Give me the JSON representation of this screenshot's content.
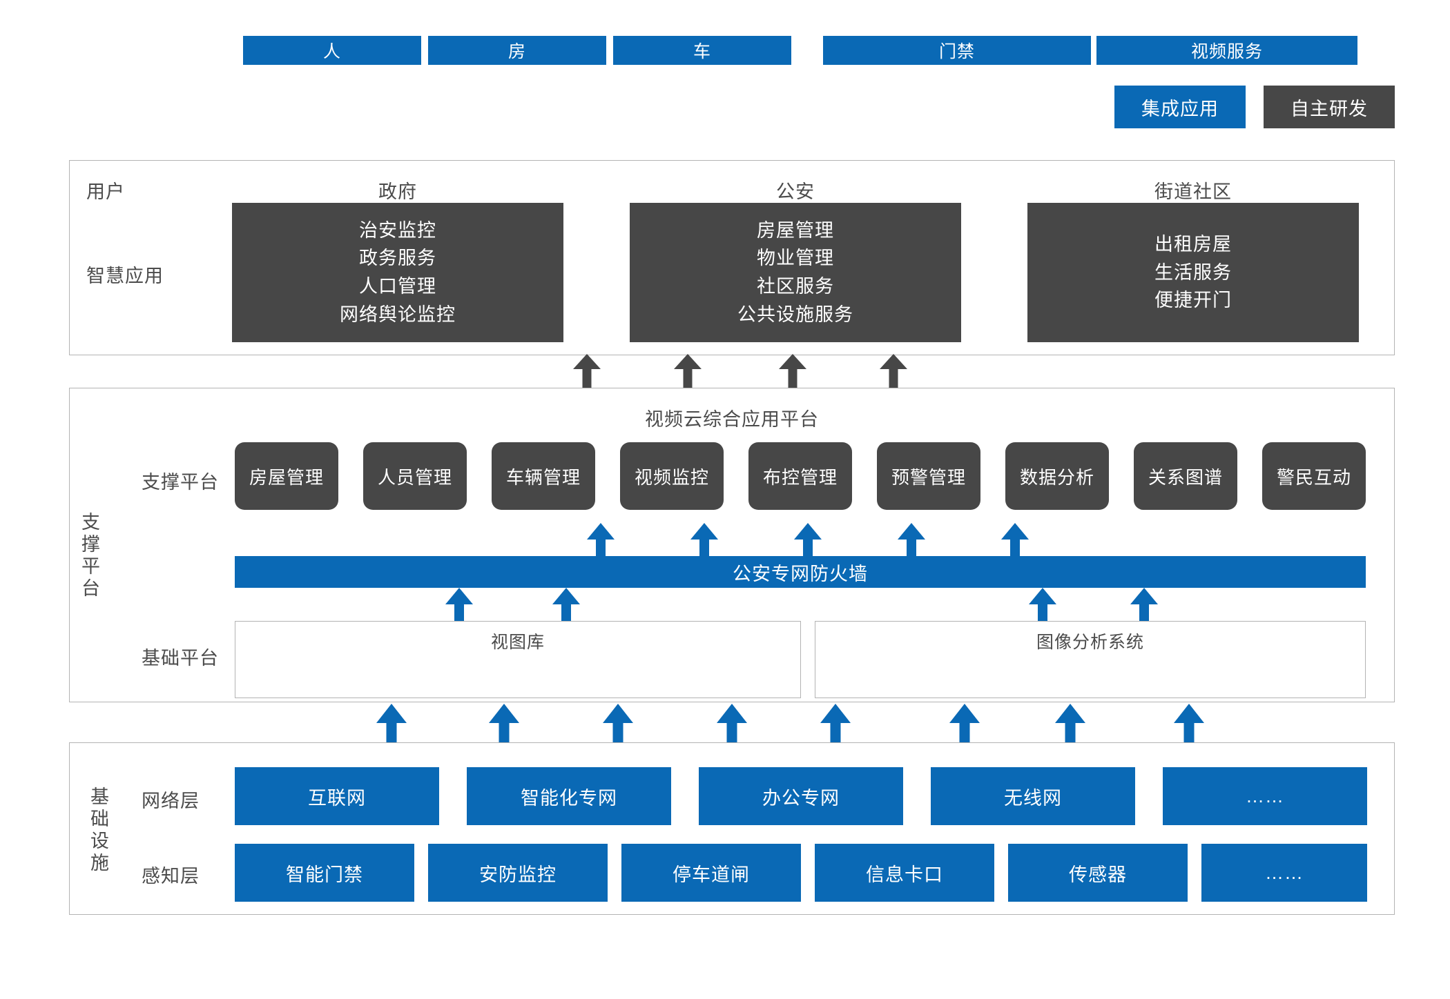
{
  "legend": {
    "items": [
      {
        "label": "集成应用",
        "color": "#0a69b5",
        "type": "integrated"
      },
      {
        "label": "自主研发",
        "color": "#474747",
        "type": "self-developed"
      }
    ]
  },
  "application_layer": {
    "row_labels": {
      "user": "用户",
      "smart_app": "智慧应用"
    },
    "columns": [
      {
        "title": "政府",
        "items": [
          "治安监控",
          "政务服务",
          "人口管理",
          "网络舆论监控"
        ]
      },
      {
        "title": "公安",
        "items": [
          "房屋管理",
          "物业管理",
          "社区服务",
          "公共设施服务"
        ]
      },
      {
        "title": "街道社区",
        "items": [
          "出租房屋",
          "生活服务",
          "便捷开门"
        ]
      }
    ]
  },
  "platform_layer": {
    "side_label": "支撑平台",
    "title": "视频云综合应用平台",
    "support_label": "支撑平台",
    "support_modules": [
      "房屋管理",
      "人员管理",
      "车辆管理",
      "视频监控",
      "布控管理",
      "预警管理",
      "数据分析",
      "关系图谱",
      "警民互动"
    ],
    "firewall": "公安专网防火墙",
    "basic_label": "基础平台",
    "basic_groups": [
      {
        "title": "视图库",
        "items": [
          "人",
          "房",
          "车"
        ]
      },
      {
        "title": "图像分析系统",
        "items": [
          "门禁",
          "视频服务"
        ]
      }
    ]
  },
  "infrastructure_layer": {
    "side_label": "基础设施",
    "rows": [
      {
        "label": "网络层",
        "items": [
          "互联网",
          "智能化专网",
          "办公专网",
          "无线网",
          "……"
        ]
      },
      {
        "label": "感知层",
        "items": [
          "智能门禁",
          "安防监控",
          "停车道闸",
          "信息卡口",
          "传感器",
          "……"
        ]
      }
    ]
  },
  "colors": {
    "accent_blue": "#0a69b5",
    "dark_gray": "#474747",
    "border_gray": "#b3b3b3",
    "text_gray": "#4b4b4b"
  }
}
